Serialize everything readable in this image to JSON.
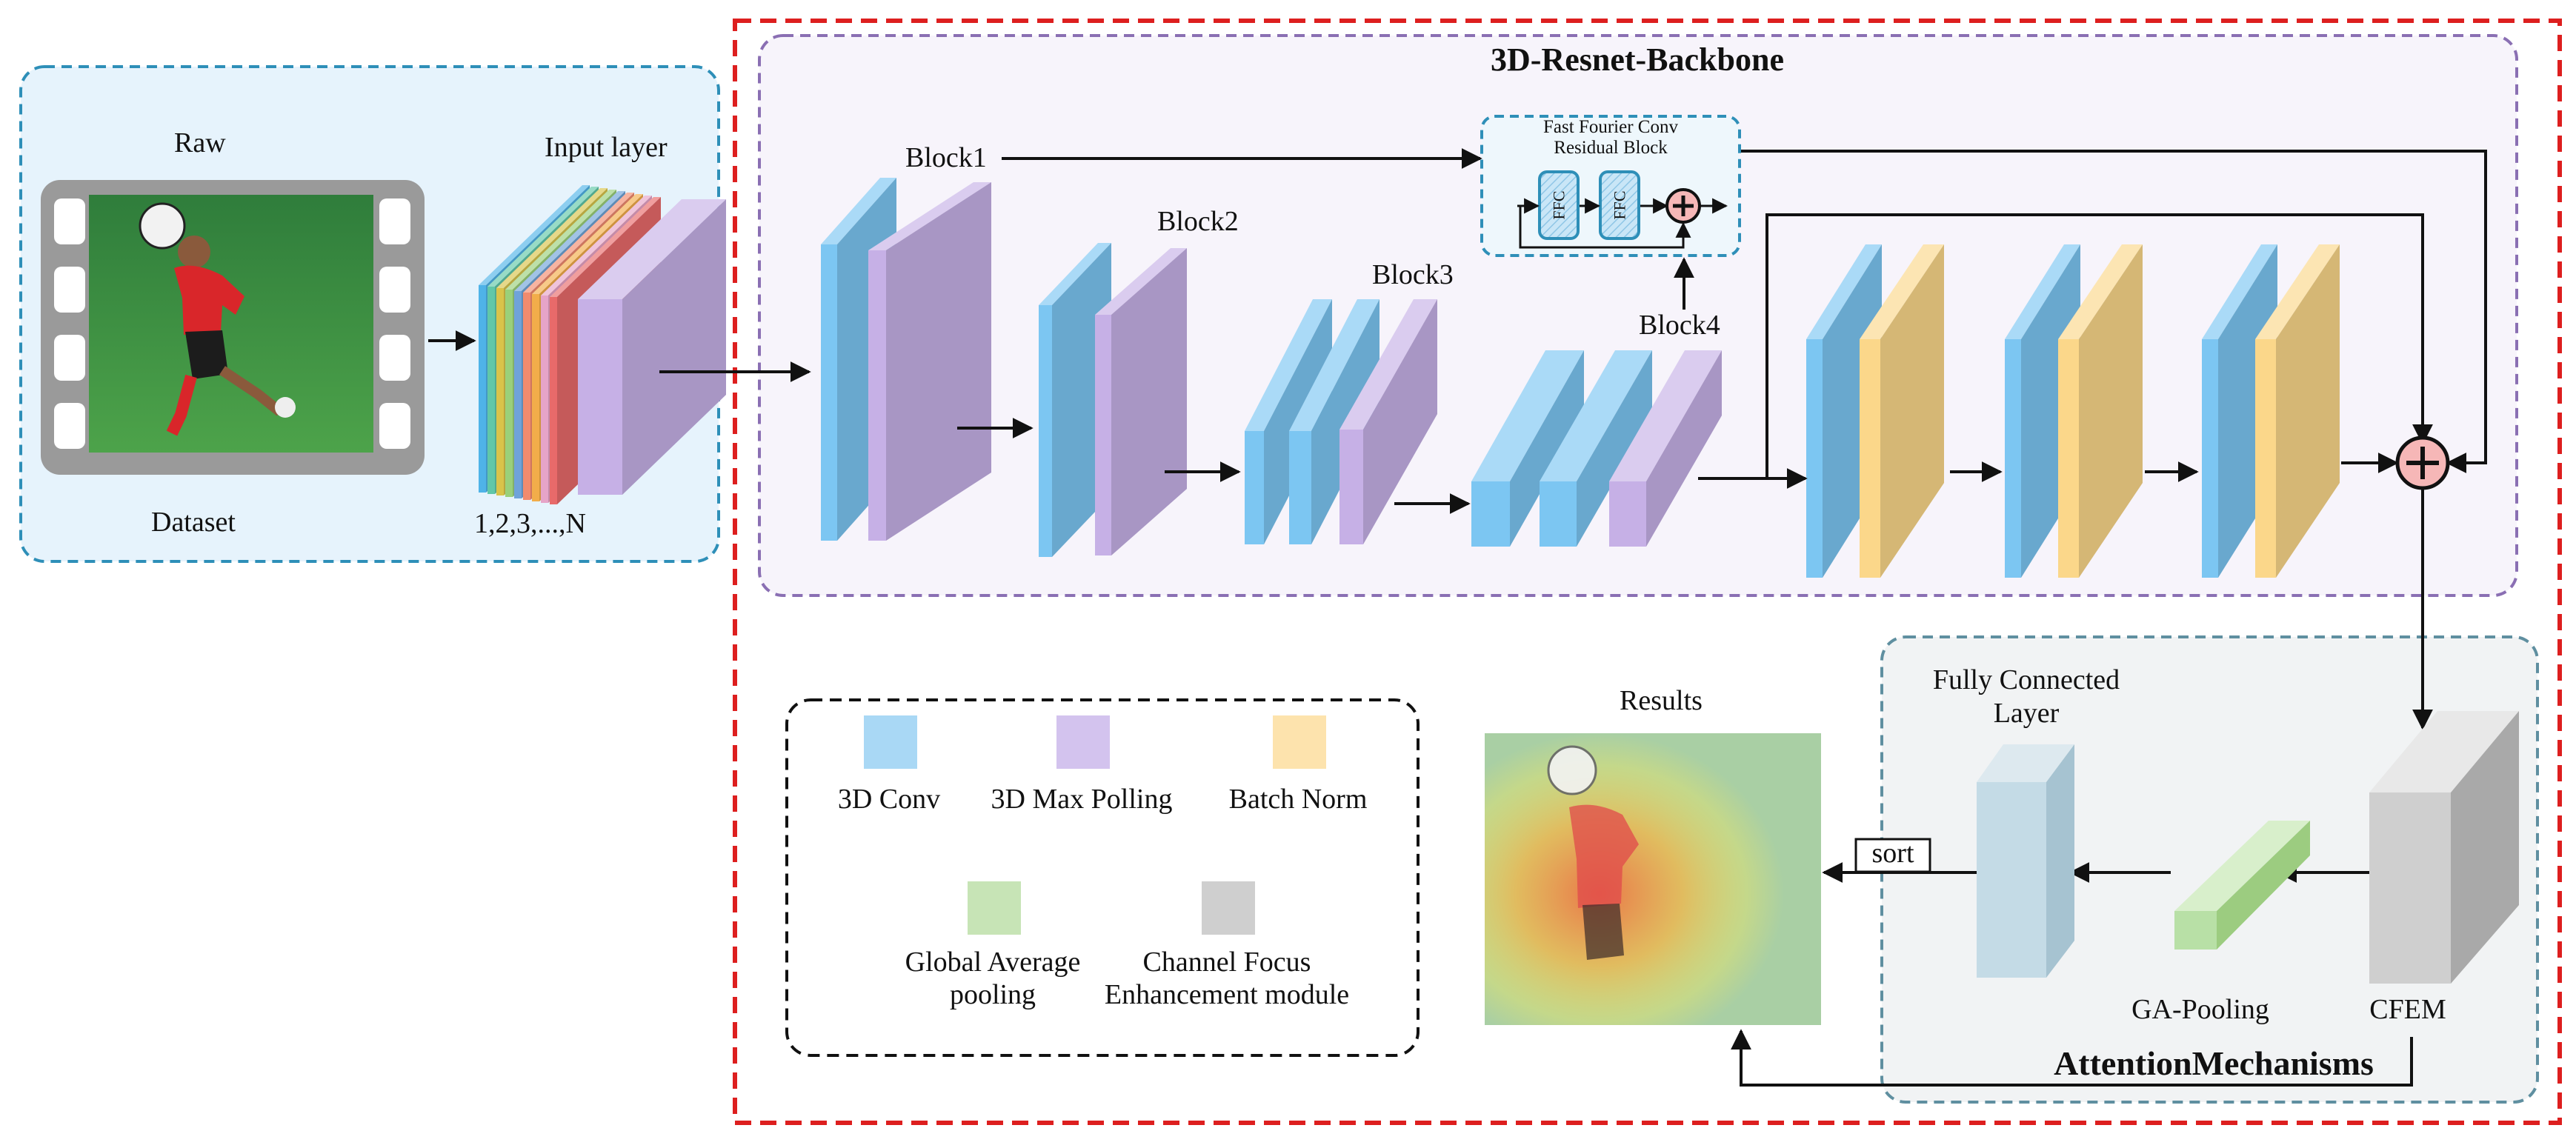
{
  "colors": {
    "conv": "#7cc6f2",
    "pool": "#c6b0e6",
    "norm": "#fbd78a",
    "gap": "#b8e0a6",
    "cfem": "#cfcfcf",
    "fc": "#c4dbe6",
    "outer_border": "#dd1f1f",
    "dataset_border": "#2e8fb8",
    "backbone_border": "#8a6fb3",
    "attention_border": "#5f8fa0"
  },
  "dataset": {
    "raw_label": "Raw",
    "dataset_label": "Dataset",
    "input_layer_label": "Input layer",
    "frames_label": "1,2,3,...,N"
  },
  "backbone": {
    "title": "3D-Resnet-Backbone",
    "block_labels": [
      "Block1",
      "Block2",
      "Block3",
      "Block4"
    ],
    "ffc": {
      "title_line1": "Fast Fourier Conv",
      "title_line2": "Residual Block",
      "unit_label": "FFC"
    }
  },
  "attention": {
    "title": "AttentionMechanisms",
    "fc_line1": "Fully Connected",
    "fc_line2": "Layer",
    "gap_label": "GA-Pooling",
    "cfem_label": "CFEM",
    "sort_label": "sort"
  },
  "results": {
    "label": "Results"
  },
  "legend": {
    "items": [
      {
        "line1": "3D Conv",
        "line2": "",
        "color": "#a9d8f5"
      },
      {
        "line1": "3D Max Polling",
        "line2": "",
        "color": "#d3c3ee"
      },
      {
        "line1": "Batch Norm",
        "line2": "",
        "color": "#fde3ad"
      },
      {
        "line1": "Global Average",
        "line2": "pooling",
        "color": "#c7e4b6"
      },
      {
        "line1": "Channel Focus",
        "line2": "Enhancement module",
        "color": "#cfcfcf"
      }
    ]
  }
}
